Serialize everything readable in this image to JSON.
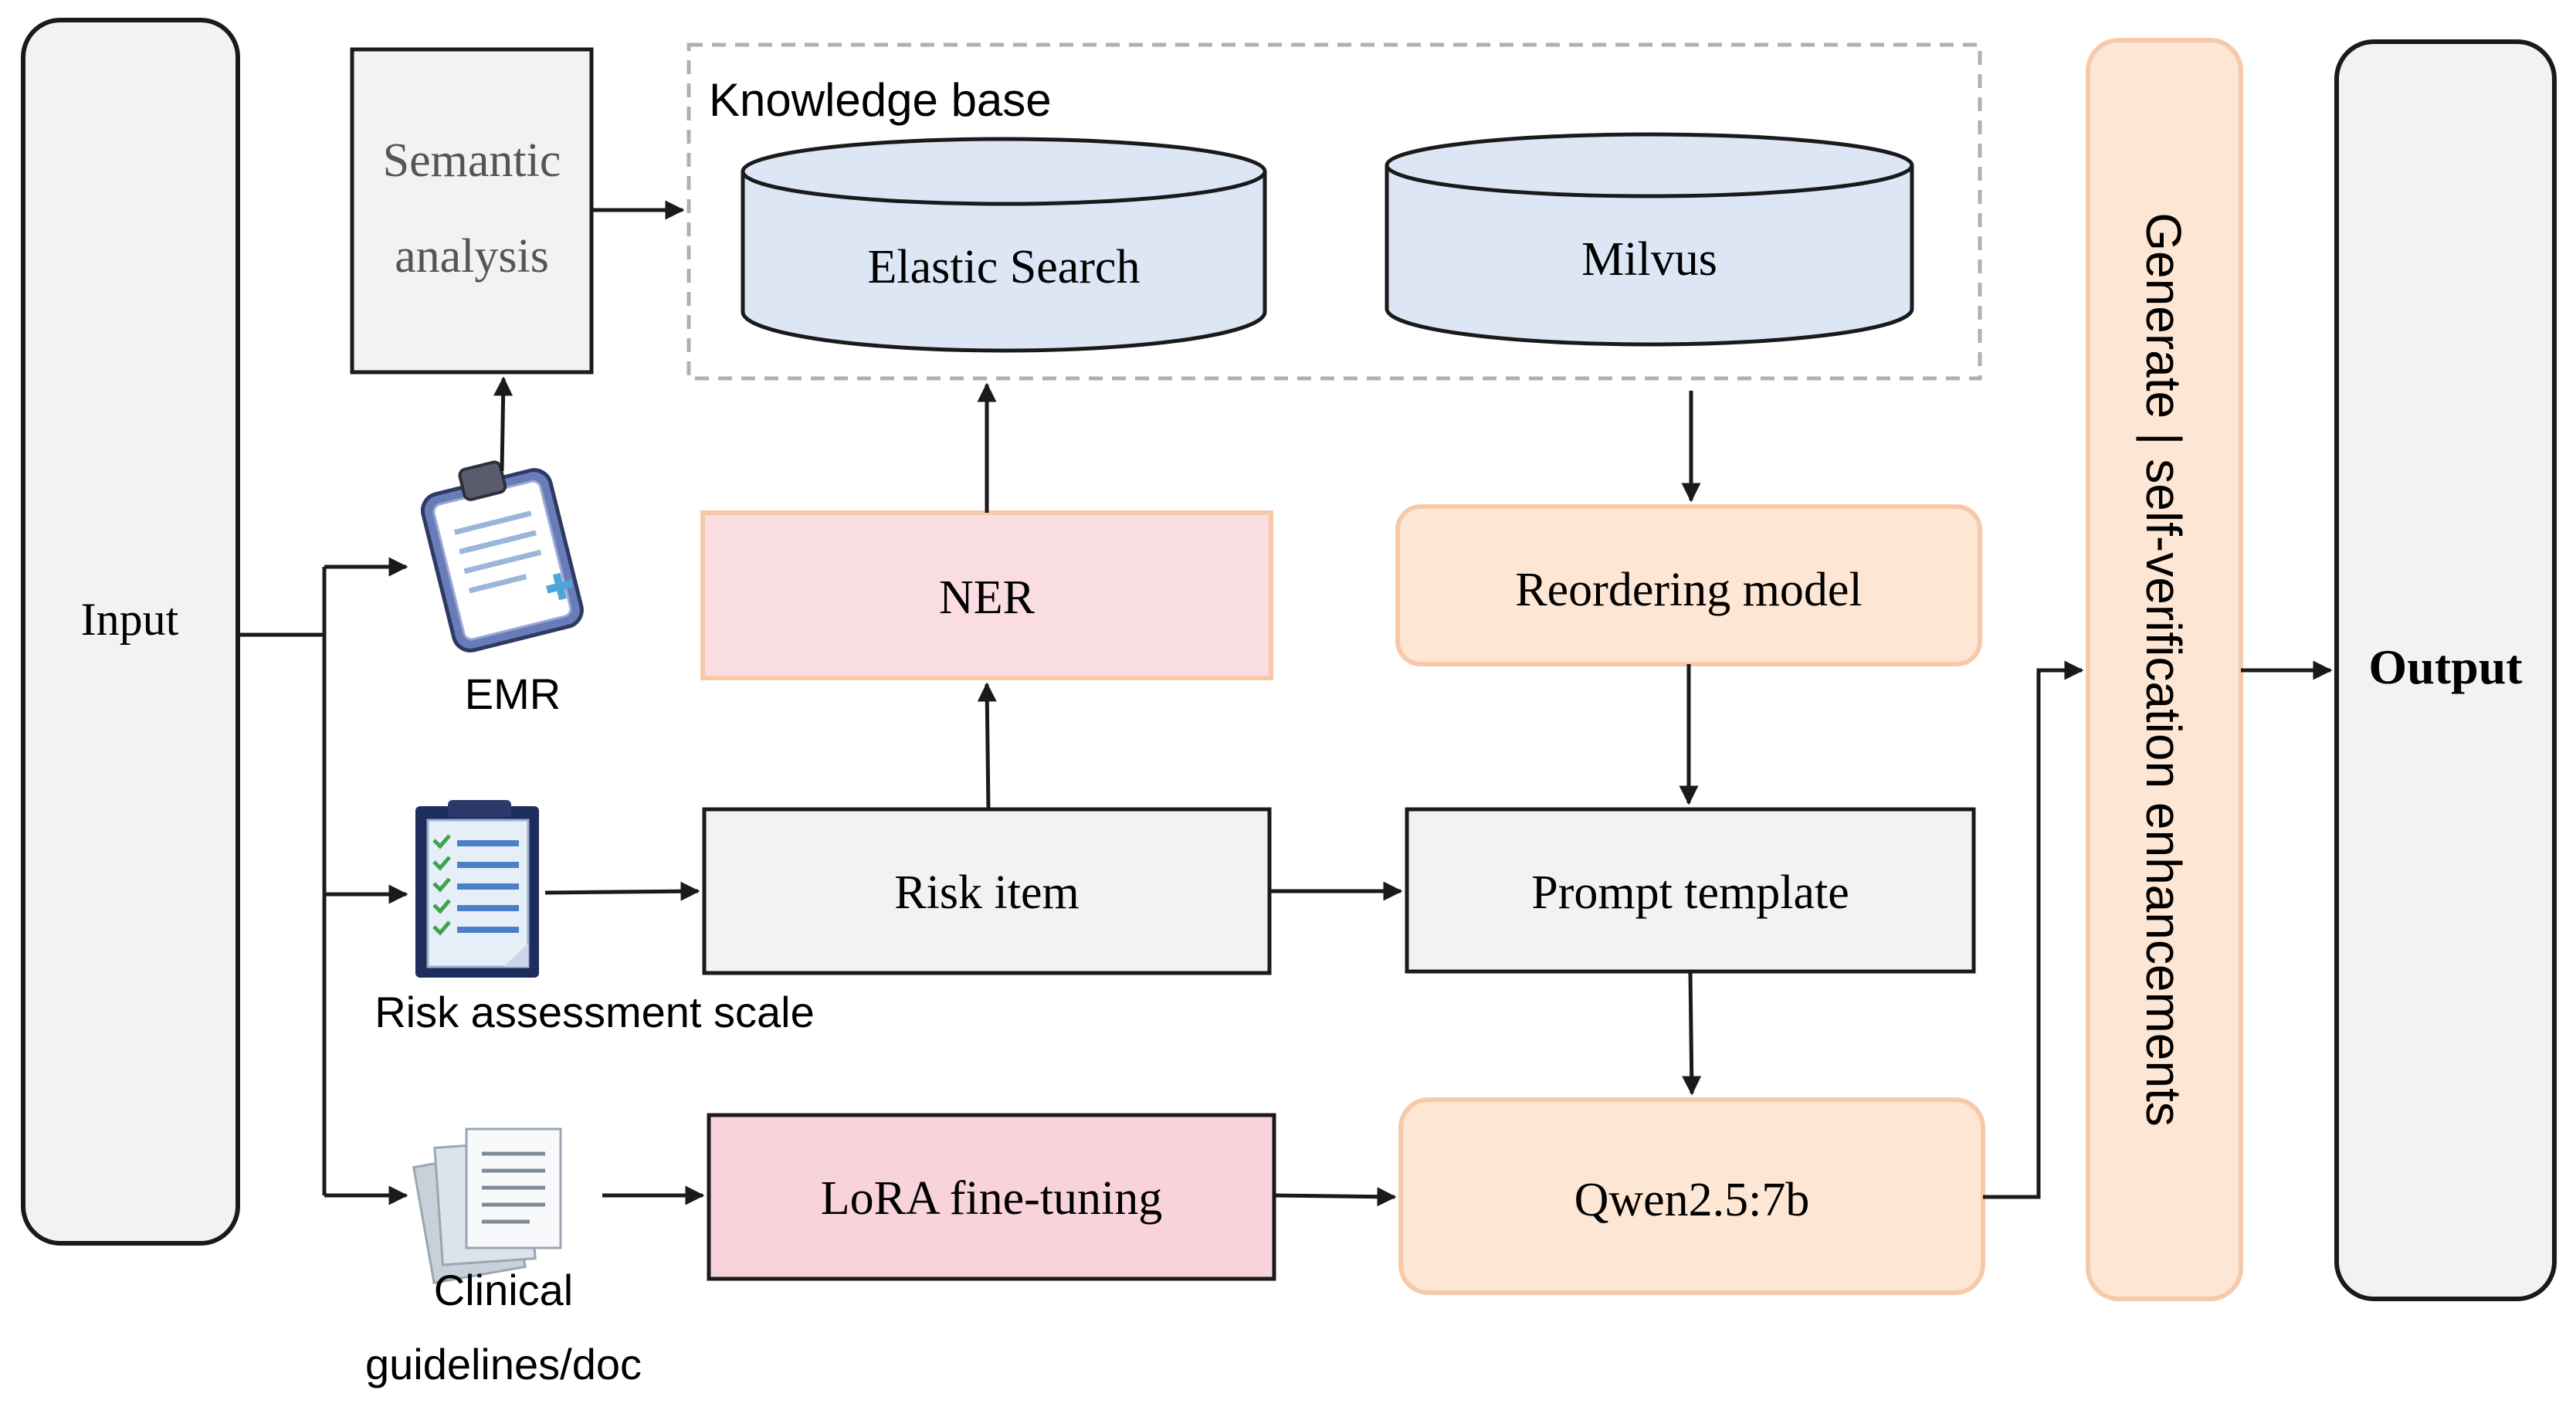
{
  "input": {
    "label": "Input"
  },
  "output": {
    "label": "Output"
  },
  "semantic_analysis": {
    "line1": "Semantic",
    "line2": "analysis"
  },
  "knowledge_base": {
    "title": "Knowledge base",
    "db1": "Elastic Search",
    "db2": "Milvus"
  },
  "sources": {
    "emr": "EMR",
    "risk_scale": "Risk assessment scale",
    "guidelines_line1": "Clinical",
    "guidelines_line2": "guidelines/doc"
  },
  "modules": {
    "ner": "NER",
    "risk_item": "Risk item",
    "lora": "LoRA fine-tuning",
    "reordering": "Reordering model",
    "prompt": "Prompt template",
    "qwen": "Qwen2.5:7b"
  },
  "generate": {
    "label": "Generate | self-verification enhancements"
  },
  "colors": {
    "gray_fill": "#f2f2f2",
    "pink_fill": "#fadce3",
    "pink_stroke": "#f6c9a9",
    "lora_fill": "#f9d3dc",
    "peach_fill": "#fde6d3",
    "peach_stroke": "#f6c9a9",
    "db_fill": "#dce6f5",
    "stroke": "#1a1a1a",
    "dashed": "#b0b0b0"
  }
}
